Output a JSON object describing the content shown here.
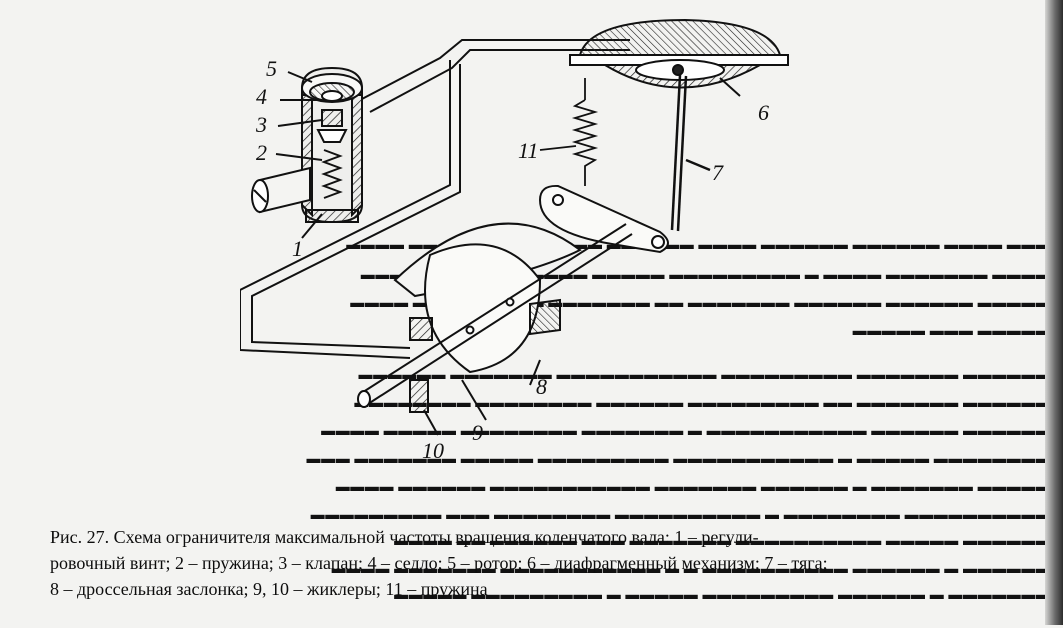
{
  "figure": {
    "labels": {
      "l1": "1",
      "l2": "2",
      "l3": "3",
      "l4": "4",
      "l5": "5",
      "l6": "6",
      "l7": "7",
      "l8": "8",
      "l9": "9",
      "l10": "10",
      "l11": "11"
    },
    "caption": {
      "line1": "Рис. 27. Схема ограничителя максимальной частоты вращения коленчатого вала: 1 – регули-",
      "line2": "ровочный винт; 2 – пружина; 3 – клапан; 4 – седло; 5 – ротор; 6 – диафрагменный механизм; 7 – тяга;",
      "line3": "8 – дроссельная заслонка; 9, 10 – жиклеры; 11 – пружина"
    }
  }
}
